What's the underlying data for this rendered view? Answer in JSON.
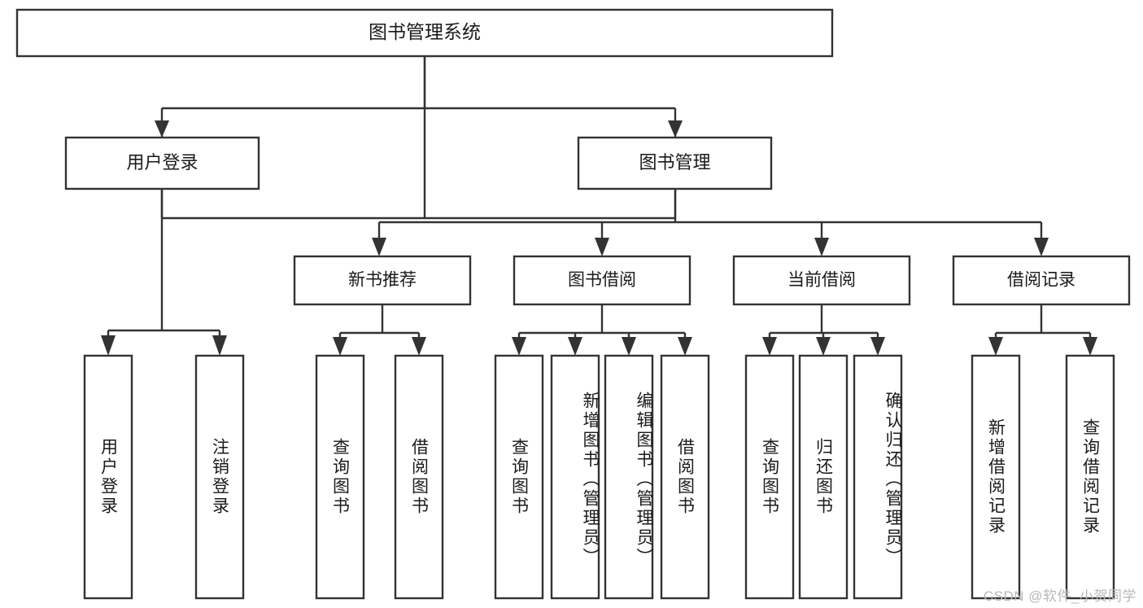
{
  "diagram": {
    "title": "图书管理系统",
    "type": "tree-hierarchy-diagram",
    "root": {
      "label": "图书管理系统"
    },
    "level2": [
      {
        "id": "user-login",
        "label": "用户登录"
      },
      {
        "id": "book-management",
        "label": "图书管理"
      }
    ],
    "level3": [
      {
        "id": "new-book-recommend",
        "label": "新书推荐"
      },
      {
        "id": "book-borrow",
        "label": "图书借阅"
      },
      {
        "id": "current-borrow",
        "label": "当前借阅"
      },
      {
        "id": "borrow-record",
        "label": "借阅记录"
      }
    ],
    "leaves": {
      "user_login": [
        {
          "id": "leaf-user-login",
          "label": "用户登录"
        },
        {
          "id": "leaf-logout-login",
          "label": "注销登录"
        }
      ],
      "new_book_recommend": [
        {
          "id": "leaf-query-book-1",
          "label": "查询图书"
        },
        {
          "id": "leaf-borrow-book-1",
          "label": "借阅图书"
        }
      ],
      "book_borrow": [
        {
          "id": "leaf-query-book-2",
          "label": "查询图书"
        },
        {
          "id": "leaf-add-book",
          "label": "新增图书（管理员）"
        },
        {
          "id": "leaf-edit-book",
          "label": "编辑图书（管理员）"
        },
        {
          "id": "leaf-borrow-book-2",
          "label": "借阅图书"
        }
      ],
      "current_borrow": [
        {
          "id": "leaf-query-book-3",
          "label": "查询图书"
        },
        {
          "id": "leaf-return-book",
          "label": "归还图书"
        },
        {
          "id": "leaf-confirm-return",
          "label": "确认归还（管理员）"
        }
      ],
      "borrow_record": [
        {
          "id": "leaf-add-record",
          "label": "新增借阅记录"
        },
        {
          "id": "leaf-query-record",
          "label": "查询借阅记录"
        }
      ]
    }
  },
  "watermark": {
    "text": "CSDN @软件_小贺同学"
  },
  "colors": {
    "stroke": "#333333",
    "fill": "#ffffff",
    "text": "#1a1a1a",
    "watermark": "#b8b8b8"
  }
}
